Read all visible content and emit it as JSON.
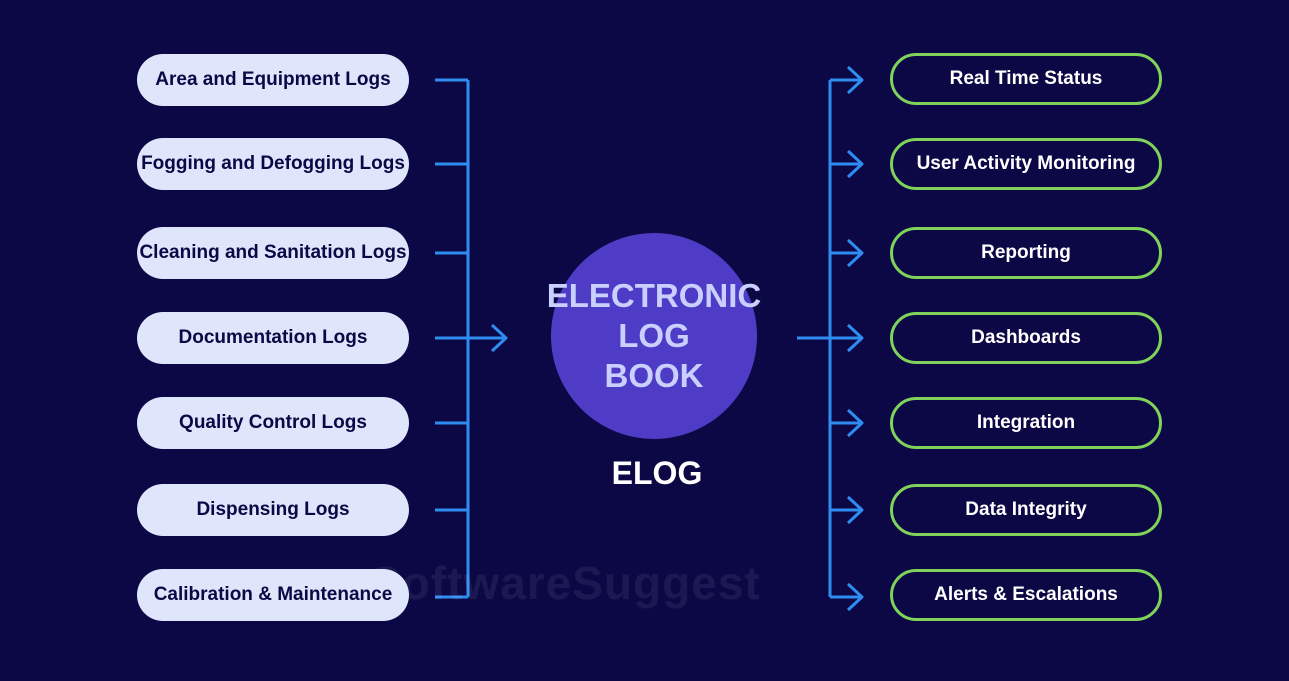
{
  "left_items": [
    {
      "label": "Area and Equipment Logs"
    },
    {
      "label": "Fogging and Defogging Logs"
    },
    {
      "label": "Cleaning and Sanitation Logs"
    },
    {
      "label": "Documentation Logs"
    },
    {
      "label": "Quality Control Logs"
    },
    {
      "label": "Dispensing Logs"
    },
    {
      "label": "Calibration & Maintenance"
    }
  ],
  "center": {
    "lines": [
      "ELECTRONIC",
      "LOG",
      "BOOK"
    ],
    "caption": "ELOG"
  },
  "right_items": [
    {
      "label": "Real Time Status"
    },
    {
      "label": "User Activity Monitoring"
    },
    {
      "label": "Reporting"
    },
    {
      "label": "Dashboards"
    },
    {
      "label": "Integration"
    },
    {
      "label": "Data Integrity"
    },
    {
      "label": "Alerts & Escalations"
    }
  ],
  "watermark": "SoftwareSuggest",
  "colors": {
    "background": "#0b0845",
    "connector": "#2f8cf0",
    "hub": "#4e3cc6",
    "right_border": "#7fd35a"
  }
}
